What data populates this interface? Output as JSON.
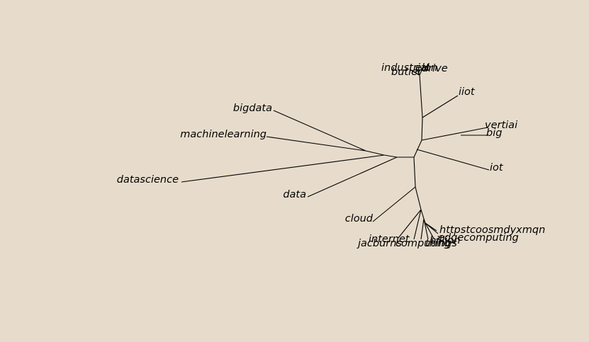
{
  "diagram": {
    "type": "unrooted-dendrogram",
    "background_color": "#e7dccb",
    "line_color": "#000000",
    "labels": {
      "industrial": "industrial",
      "drive": "drive",
      "elon": "elon",
      "butler": "butler",
      "iiot": "iiot",
      "vertiai": "vertiai",
      "big": "big",
      "iot": "iot",
      "bigdata": "bigdata",
      "machinelearning": "machinelearning",
      "datascience": "datascience",
      "data": "data",
      "cloud": "cloud",
      "httpstcoosmdyxmqn": "httpstcoosmdyxmqn",
      "edgecomputing": "edgecomputing",
      "internet": "internet",
      "jacburns": "jacburns",
      "computing": "computing",
      "things": "things",
      "billion": "billion"
    }
  }
}
